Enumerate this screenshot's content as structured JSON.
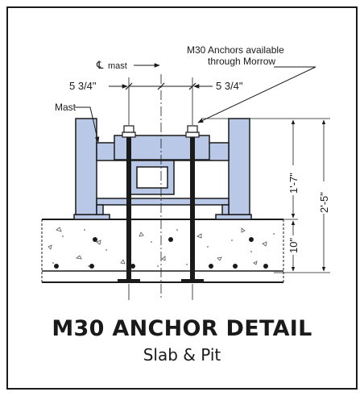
{
  "labels": {
    "centerline_mast": "mast",
    "centerline_symbol": "℄",
    "anchors_note_line1": "M30 Anchors available",
    "anchors_note_line2": "through Morrow",
    "offset_left": "5 3/4\"",
    "offset_right": "5 3/4\"",
    "mast": "Mast",
    "dim_upper": "1'-7\"",
    "dim_total": "2'-5\"",
    "dim_slab": "10\""
  },
  "caption": {
    "title": "M30 ANCHOR DETAIL",
    "subtitle": "Slab & Pit"
  },
  "colors": {
    "steel": "#b9c8e6",
    "line": "#1a1a1a",
    "concrete": "#ffffff"
  }
}
